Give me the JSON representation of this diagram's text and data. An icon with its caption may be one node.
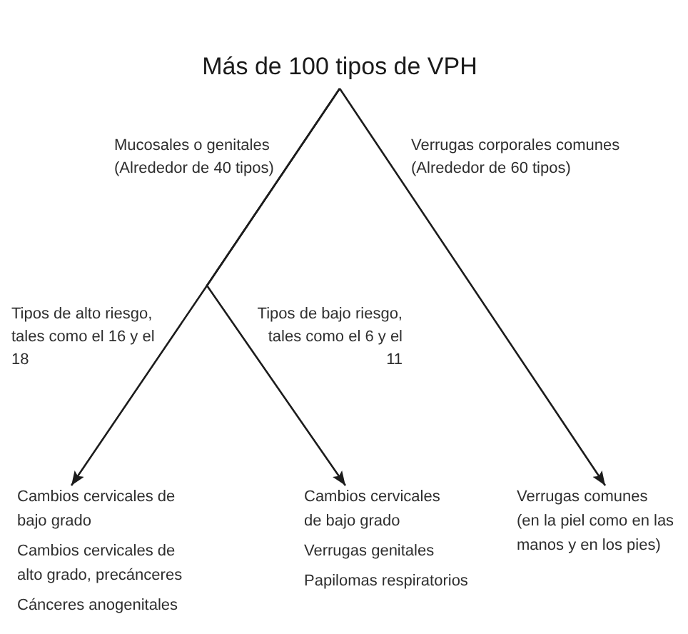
{
  "diagram": {
    "nodes": [
      {
        "text": [
          "Más de 100 tipos de VPH"
        ]
      },
      {
        "text": [
          "Cambios cervicales de bajo grado",
          "Cambios cervicales de alto grado, precánceres",
          "Cánceres anogenitales"
        ]
      },
      {
        "text": [
          "Cambios cervicales de bajo grado",
          "Verrugas genitales",
          "Papilomas respiratorios"
        ]
      },
      {
        "text": [
          "Verrugas comunes",
          "(en la piel como en las manos y en los pies)"
        ]
      }
    ],
    "edges": [
      {
        "from": 0,
        "to": 1,
        "arrow": "to",
        "label": "Tipos de alto riesgo, tales como el 16 y el 18"
      },
      {
        "from": 0,
        "to": 2,
        "arrow": "to",
        "label": "Tipos de bajo riesgo, tales como el 6 y el 11"
      },
      {
        "from": 0,
        "to": 3,
        "arrow": "to",
        "label": "Verrugas corporales comunes (Alrededor de 60 tipos)"
      }
    ],
    "labels": [
      "Mucosales o genitales (Alrededor de 40 tipos)"
    ]
  }
}
